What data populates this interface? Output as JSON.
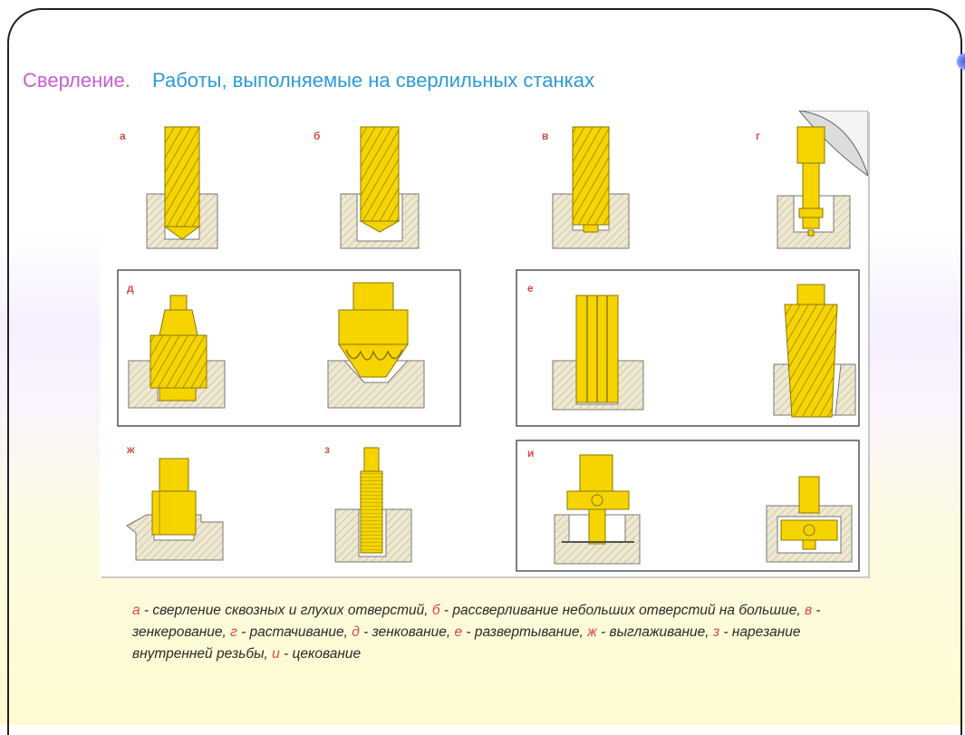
{
  "slide": {
    "title_part1": "Сверление.",
    "title_part2": "Работы, выполняемые на сверлильных станках"
  },
  "panels": {
    "a": "а",
    "b": "б",
    "v": "в",
    "g": "г",
    "d": "д",
    "e": "е",
    "zh": "ж",
    "z": "з",
    "i": "и"
  },
  "caption": {
    "a_letter": "а",
    "a_text": " - сверление сквозных и глухих отверстий, ",
    "b_letter": "б",
    "b_text": " - рассверливание небольших отверстий на большие, ",
    "v_letter": "в",
    "v_text": " - зенкерование, ",
    "g_letter": "г",
    "g_text": " - растачивание, ",
    "d_letter": "д",
    "d_text": " - зенкование, ",
    "e_letter": "е",
    "e_text": " - развертывание, ",
    "zh_letter": "ж",
    "zh_text": " - выглаживание, ",
    "z_letter": "з",
    "z_text": " - нарезание внутренней резьбы, ",
    "i_letter": "и",
    "i_text": " - цекование"
  },
  "colors": {
    "tool_yellow": "#f5d400",
    "tool_dark": "#a98f00",
    "workpiece": "#efe8d0",
    "label_red": "#d94a4a"
  }
}
